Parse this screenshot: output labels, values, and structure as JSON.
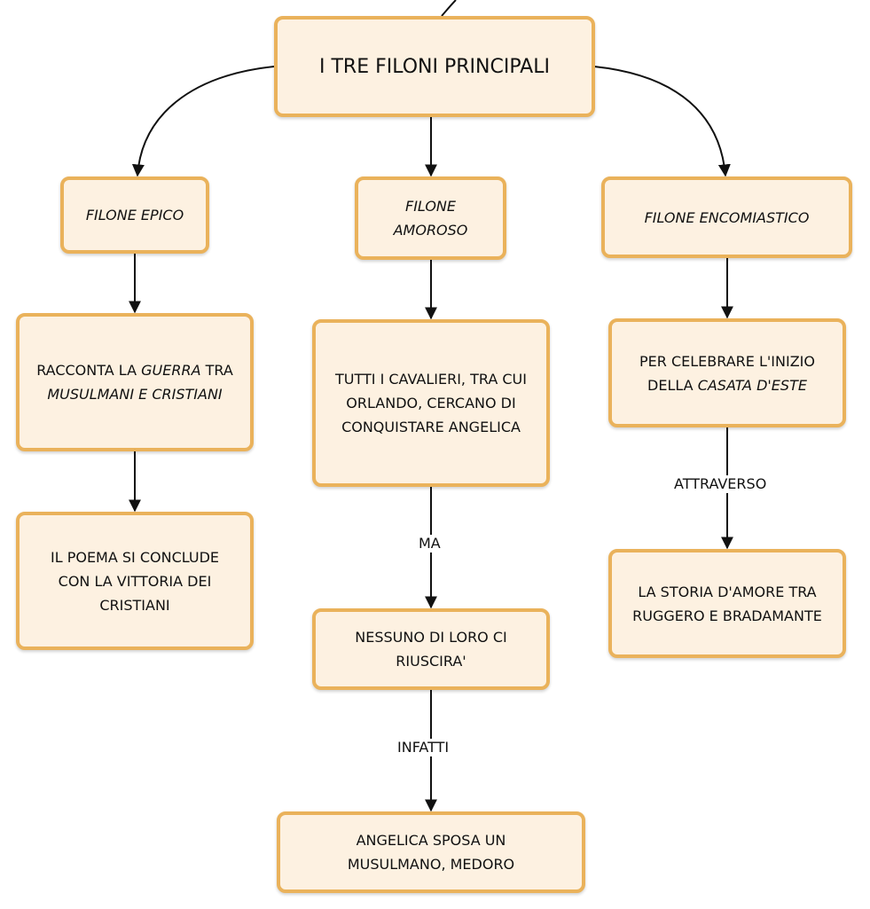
{
  "diagram": {
    "title": "I TRE FILONI PRINCIPALI",
    "branches": [
      {
        "label": "FILONE EPICO",
        "detail_1": [
          "RACCONTA LA ",
          "GUERRA",
          " TRA",
          "MUSULMANI E CRISTIANI"
        ],
        "detail_2": "IL POEMA SI CONCLUDE CON LA VITTORIA DEI CRISTIANI"
      },
      {
        "label": "FILONE AMOROSO",
        "detail_1": "TUTTI I CAVALIERI, TRA CUI ORLANDO, CERCANO DI CONQUISTARE ANGELICA",
        "connector_1": "MA",
        "detail_2": "NESSUNO DI LORO CI RIUSCIRA'",
        "connector_2": "INFATTI",
        "detail_3": "ANGELICA SPOSA UN MUSULMANO, MEDORO"
      },
      {
        "label": "FILONE ENCOMIASTICO",
        "detail_1": [
          "PER CELEBRARE L'INIZIO",
          "DELLA ",
          "CASATA D'ESTE"
        ],
        "connector_1": "ATTRAVERSO",
        "detail_2": "LA STORIA D'AMORE TRA RUGGERO E BRADAMANTE"
      }
    ]
  },
  "colors": {
    "node_fill": "#fdf1e1",
    "node_border": "#eab25b",
    "edge": "#111111"
  }
}
